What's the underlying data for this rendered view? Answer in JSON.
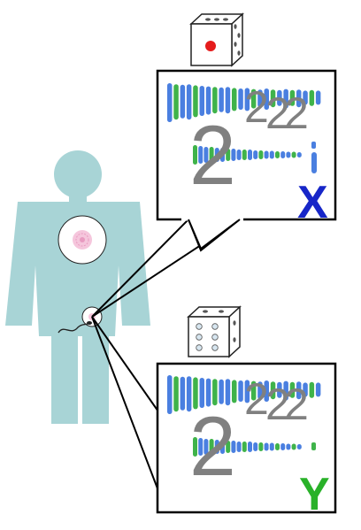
{
  "colors": {
    "body": "#a8d4d6",
    "chromosome_blue": "#4a7fe0",
    "chromosome_green": "#3fb34a",
    "count_gray": "#808080",
    "x_color": "#1726c8",
    "y_color": "#29b129",
    "die_pip_red": "#e51c1c",
    "die_pip_blue": "#d7e6f0"
  },
  "icons": {
    "top_die": "die-icon",
    "bottom_die": "die-icon",
    "person": "person-silhouette-icon",
    "sperm": "sperm-icon"
  },
  "top_panel": {
    "big_count": "2",
    "small_count_a": "2",
    "small_count_b": "2",
    "small_count_c": "2",
    "sex_chromosome": "X"
  },
  "bottom_panel": {
    "big_count": "2",
    "small_count_a": "2",
    "small_count_b": "2",
    "small_count_c": "2",
    "sex_chromosome": "Y"
  }
}
